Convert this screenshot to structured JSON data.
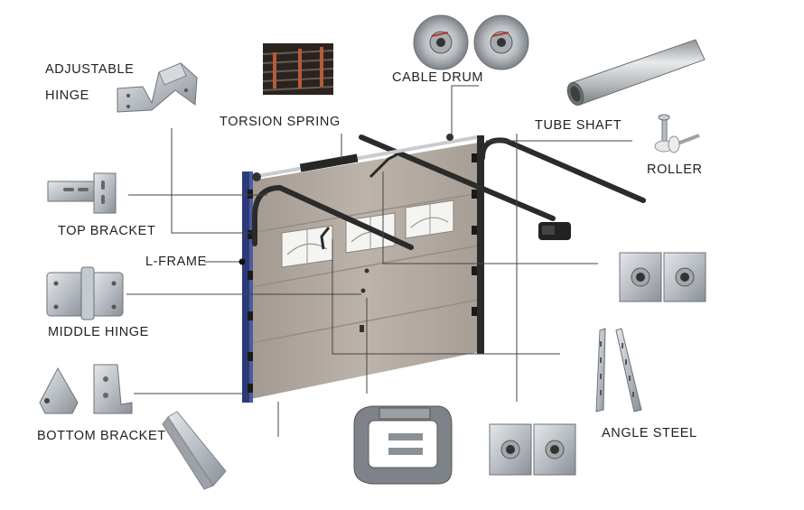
{
  "labels": {
    "adjustable_hinge_1": "ADJUSTABLE",
    "adjustable_hinge_2": "HINGE",
    "torsion_spring": "TORSION SPRING",
    "cable_drum": "CABLE DRUM",
    "tube_shaft": "TUBE SHAFT",
    "roller": "ROLLER",
    "top_bracket": "TOP BRACKET",
    "l_frame": "L-FRAME",
    "middle_hinge": "MIDDLE HINGE",
    "angle_steel": "ANGLE STEEL",
    "bottom_bracket": "BOTTOM BRACKET"
  },
  "colors": {
    "panel": "#b7aea4",
    "panel_dark": "#9c938a",
    "track": "#2b2b2b",
    "frame_blue": "#2c3a78",
    "metal": "#b9bec4",
    "metal_dark": "#7e858c",
    "leader": "#444444"
  }
}
